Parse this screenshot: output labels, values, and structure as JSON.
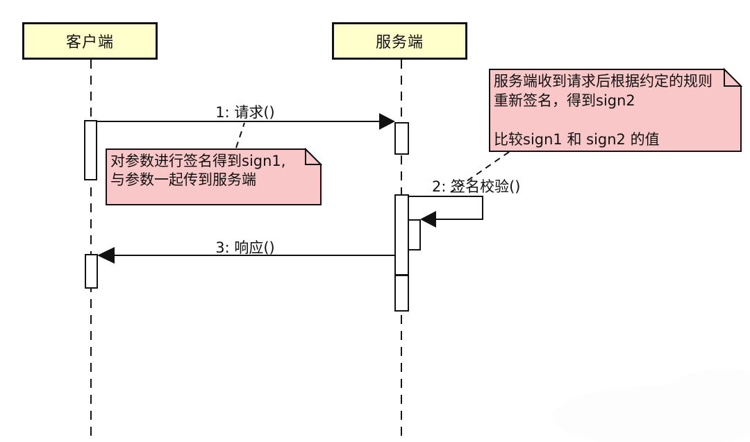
{
  "diagram_type": "uml-sequence-diagram",
  "actors": [
    {
      "label": "客户端"
    },
    {
      "label": "服务端"
    }
  ],
  "messages": [
    {
      "label": "1: 请求()",
      "from": "客户端",
      "to": "服务端",
      "kind": "sync-call"
    },
    {
      "label": "2: 签名校验()",
      "from": "服务端",
      "to": "服务端",
      "kind": "self-call"
    },
    {
      "label": "3: 响应()",
      "from": "服务端",
      "to": "客户端",
      "kind": "return"
    }
  ],
  "notes": [
    {
      "text": "对参数进行签名得到sign1,\n与参数一起传到服务端",
      "attached_to": "1: 请求()"
    },
    {
      "text": "服务端收到请求后根据约定的规则\n重新签名，得到sign2\n\n比较sign1 和 sign2 的值",
      "attached_to": "2: 签名校验()"
    }
  ],
  "colors": {
    "actor_fill": "#ffffcc",
    "note_fill": "#f9c7c7",
    "line": "#111111",
    "background": "#ffffff"
  }
}
